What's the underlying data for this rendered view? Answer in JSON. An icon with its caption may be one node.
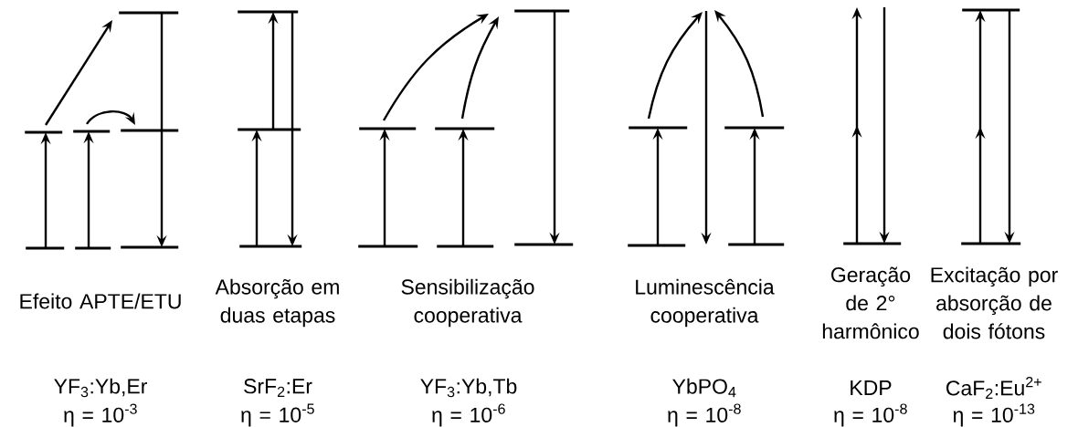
{
  "diagram": {
    "nodes": [
      {
        "text": [],
        "shape": "bar"
      },
      {
        "text": [],
        "shape": "bar"
      },
      {
        "text": [],
        "shape": "bar"
      },
      {
        "text": [],
        "shape": "bar"
      },
      {
        "text": [],
        "shape": "bar"
      },
      {
        "text": [],
        "shape": "bar"
      },
      {
        "text": [],
        "shape": "bar"
      },
      {
        "text": [],
        "shape": "bar"
      },
      {
        "text": [],
        "shape": "bar"
      },
      {
        "text": [],
        "shape": "bar"
      },
      {
        "text": [],
        "shape": "bar"
      },
      {
        "text": [],
        "shape": "bar"
      },
      {
        "text": [],
        "shape": "bar"
      },
      {
        "text": [],
        "shape": "bar"
      },
      {
        "text": [],
        "shape": "bar"
      },
      {
        "text": [],
        "shape": "bar"
      },
      {
        "text": [],
        "shape": "bar"
      },
      {
        "text": [],
        "shape": "bar"
      },
      {
        "text": [],
        "shape": "bar"
      },
      {
        "text": [],
        "shape": "bar"
      },
      {
        "text": [],
        "shape": "bar"
      },
      {
        "text": [],
        "shape": "bar"
      },
      {
        "text": [],
        "shape": "bar"
      }
    ],
    "edges": [
      {
        "from": 0,
        "to": 1,
        "arrow": "to"
      },
      {
        "from": 2,
        "to": 3,
        "arrow": "to"
      },
      {
        "from": 1,
        "to": 6,
        "arrow": "to"
      },
      {
        "from": 3,
        "to": 5,
        "arrow": "to"
      },
      {
        "from": 6,
        "to": 4,
        "arrow": "to"
      },
      {
        "from": 7,
        "to": 8,
        "arrow": "to"
      },
      {
        "from": 8,
        "to": 9,
        "arrow": "to"
      },
      {
        "from": 9,
        "to": 7,
        "arrow": "to"
      },
      {
        "from": 10,
        "to": 11,
        "arrow": "to"
      },
      {
        "from": 12,
        "to": 13,
        "arrow": "to"
      },
      {
        "from": 11,
        "to": 15,
        "arrow": "to"
      },
      {
        "from": 13,
        "to": 15,
        "arrow": "to"
      },
      {
        "from": 15,
        "to": 14,
        "arrow": "to"
      },
      {
        "from": 16,
        "to": 17,
        "arrow": "to"
      },
      {
        "from": 18,
        "to": 19,
        "arrow": "to"
      },
      {
        "from": 17,
        "to": null,
        "arrow": "to"
      },
      {
        "from": 19,
        "to": null,
        "arrow": "to"
      },
      {
        "from": 20,
        "to": null,
        "arrow": "to"
      },
      {
        "from": null,
        "to": 20,
        "arrow": "to"
      },
      {
        "from": 21,
        "to": 22,
        "arrow": "to"
      },
      {
        "from": 22,
        "to": 21,
        "arrow": "to"
      }
    ],
    "labels": [
      "Efeito APTE/ETU",
      "Absorção em duas etapas",
      "Sensibilização cooperativa",
      "Luminescência cooperativa",
      "Geração de 2° harmônico",
      "Excitação por absorção de dois fótons",
      "YF$_{3}$:Yb,Er",
      "SrF$_{2}$:Er",
      "YF$_{3}$:Yb,Tb",
      "YbPO$_{4}$",
      "KDP",
      "CaF$_{2}$:Eu$^{2+}$",
      "η = 10$^{-3}$",
      "η = 10$^{-5}$",
      "η = 10$^{-6}$",
      "η = 10$^{-8}$",
      "η = 10$^{-8}$",
      "η = 10$^{-13}$"
    ]
  }
}
